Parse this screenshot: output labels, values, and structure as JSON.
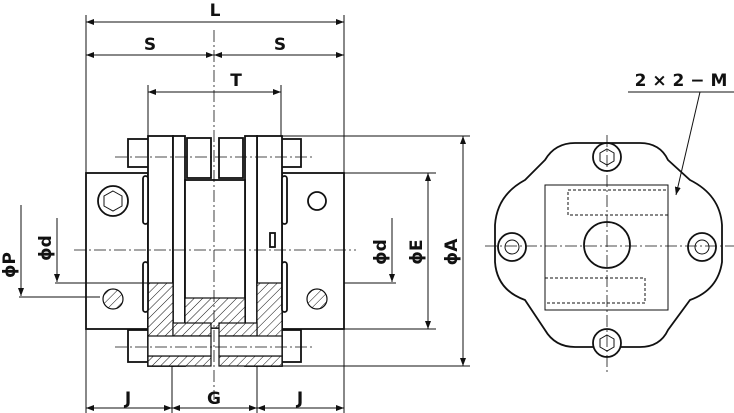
{
  "labels": {
    "L": "L",
    "S_left": "S",
    "S_right": "S",
    "T": "T",
    "P": "ϕP",
    "d_left": "ϕd",
    "d_right": "ϕd",
    "E": "ϕE",
    "A": "ϕA",
    "J_left": "J",
    "G": "G",
    "J_right": "J",
    "M": "2 × 2 − M"
  },
  "colors": {
    "line": "#111111",
    "background": "#ffffff"
  }
}
